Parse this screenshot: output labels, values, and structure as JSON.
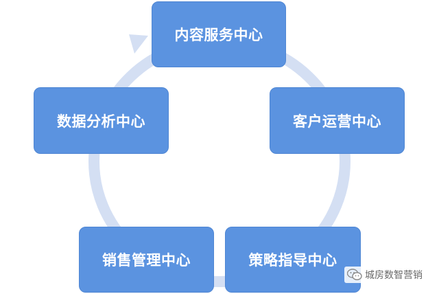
{
  "diagram": {
    "nodes": [
      {
        "label": "内容服务中心"
      },
      {
        "label": "客户运营中心"
      },
      {
        "label": "策略指导中心"
      },
      {
        "label": "销售管理中心"
      },
      {
        "label": "数据分析中心"
      }
    ],
    "colors": {
      "node_fill": "#5b93e0",
      "ring": "#d4dff3"
    }
  },
  "watermark": {
    "text": "城房数智营销",
    "icon": "wechat-icon"
  }
}
